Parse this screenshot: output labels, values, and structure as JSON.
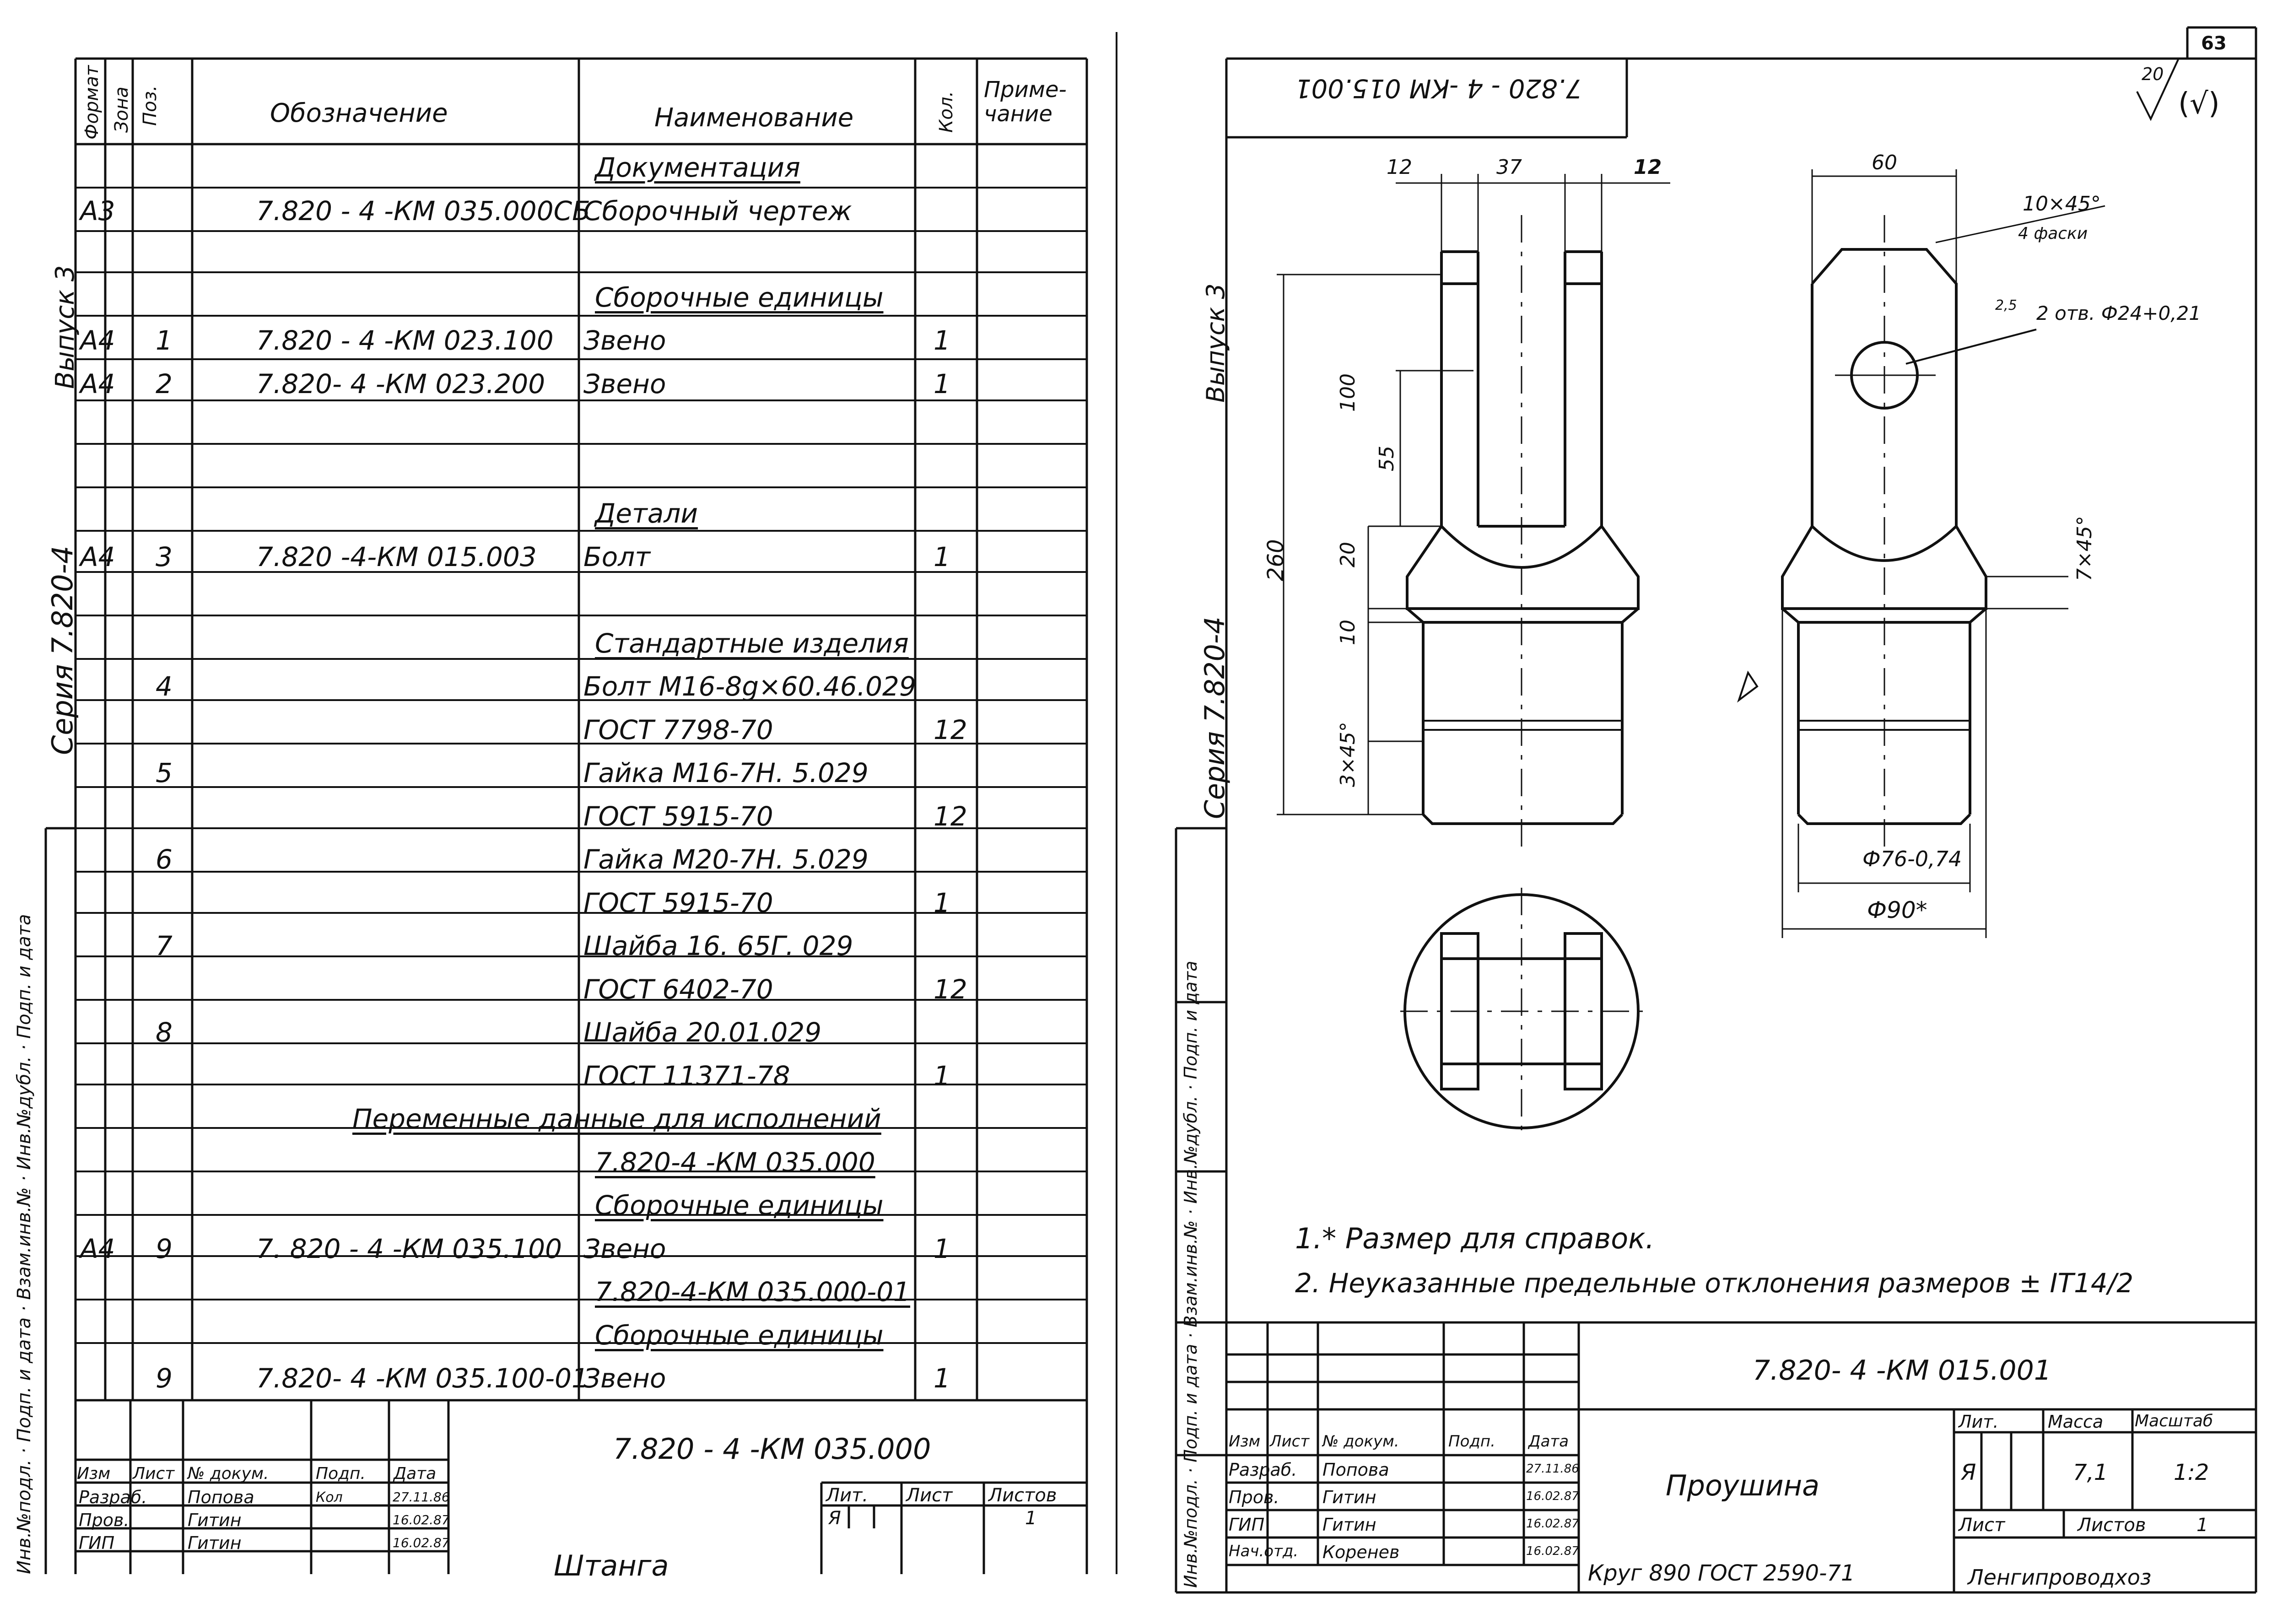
{
  "left_sheet": {
    "header": {
      "format": "Формат",
      "zone": "Зона",
      "pos": "Поз.",
      "designation": "Обозначение",
      "name": "Наименование",
      "qty": "Кол.",
      "note": "Приме-чание"
    },
    "rows": [
      {
        "format": "",
        "pos": "",
        "designation": "",
        "name": "Документация",
        "qty": "",
        "section": true
      },
      {
        "format": "А3",
        "pos": "",
        "designation": "7.820 - 4 -КМ 035.000СБ",
        "name": "Сборочный чертеж",
        "qty": ""
      },
      {
        "format": "",
        "pos": "",
        "designation": "",
        "name": "",
        "qty": ""
      },
      {
        "format": "",
        "pos": "",
        "designation": "",
        "name": "Сборочные единицы",
        "qty": "",
        "section": true
      },
      {
        "format": "А4",
        "pos": "1",
        "designation": "7.820 - 4 -КМ 023.100",
        "name": "Звено",
        "qty": "1"
      },
      {
        "format": "А4",
        "pos": "2",
        "designation": "7.820- 4 -КМ 023.200",
        "name": "Звено",
        "qty": "1"
      },
      {
        "format": "",
        "pos": "",
        "designation": "",
        "name": "",
        "qty": ""
      },
      {
        "format": "",
        "pos": "",
        "designation": "",
        "name": "",
        "qty": ""
      },
      {
        "format": "",
        "pos": "",
        "designation": "",
        "name": "Детали",
        "qty": "",
        "section": true
      },
      {
        "format": "А4",
        "pos": "3",
        "designation": "7.820 -4-КМ 015.003",
        "name": "Болт",
        "qty": "1"
      },
      {
        "format": "",
        "pos": "",
        "designation": "",
        "name": "",
        "qty": ""
      },
      {
        "format": "",
        "pos": "",
        "designation": "",
        "name": "Стандартные изделия",
        "qty": "",
        "section": true
      },
      {
        "format": "",
        "pos": "4",
        "designation": "",
        "name": "Болт М16-8g×60.46.029",
        "qty": ""
      },
      {
        "format": "",
        "pos": "",
        "designation": "",
        "name": "ГОСТ 7798-70",
        "qty": "12"
      },
      {
        "format": "",
        "pos": "5",
        "designation": "",
        "name": "Гайка М16-7Н. 5.029",
        "qty": ""
      },
      {
        "format": "",
        "pos": "",
        "designation": "",
        "name": "ГОСТ 5915-70",
        "qty": "12"
      },
      {
        "format": "",
        "pos": "6",
        "designation": "",
        "name": "Гайка М20-7Н. 5.029",
        "qty": ""
      },
      {
        "format": "",
        "pos": "",
        "designation": "",
        "name": "ГОСТ 5915-70",
        "qty": "1"
      },
      {
        "format": "",
        "pos": "7",
        "designation": "",
        "name": "Шайба 16. 65Г. 029",
        "qty": ""
      },
      {
        "format": "",
        "pos": "",
        "designation": "",
        "name": "ГОСТ 6402-70",
        "qty": "12"
      },
      {
        "format": "",
        "pos": "8",
        "designation": "",
        "name": "Шайба 20.01.029",
        "qty": ""
      },
      {
        "format": "",
        "pos": "",
        "designation": "",
        "name": "ГОСТ 11371-78",
        "qty": "1"
      },
      {
        "format": "",
        "pos": "",
        "designation": "",
        "name": "Переменные данные для исполнений",
        "qty": "",
        "wide": true
      },
      {
        "format": "",
        "pos": "",
        "designation": "",
        "name": "7.820-4 -КМ 035.000",
        "qty": "",
        "section": true
      },
      {
        "format": "",
        "pos": "",
        "designation": "",
        "name": "Сборочные единицы",
        "qty": "",
        "section": true
      },
      {
        "format": "А4",
        "pos": "9",
        "designation": "7. 820 - 4 -КМ 035.100",
        "name": "Звено",
        "qty": "1"
      },
      {
        "format": "",
        "pos": "",
        "designation": "",
        "name": "7.820-4-КМ 035.000-01",
        "qty": "",
        "section": true
      },
      {
        "format": "",
        "pos": "",
        "designation": "",
        "name": "Сборочные единицы",
        "qty": "",
        "section": true
      },
      {
        "format": "",
        "pos": "9",
        "designation": "7.820- 4 -КМ 035.100-01",
        "name": "Звено",
        "qty": "1"
      }
    ],
    "side": {
      "series": "Серия 7.820-4",
      "issue": "Выпуск 3",
      "stamp_cols": [
        "Инв.№подл.",
        "Подп. и дата",
        "Взам.инв.№",
        "Инв.№дубл.",
        "Подп. и дата"
      ]
    },
    "title_block": {
      "code": "7.820 - 4 -КМ 035.000",
      "title": "Штанга",
      "cols": [
        "Изм",
        "Лист",
        "№ докум.",
        "Подп.",
        "Дата"
      ],
      "people": [
        {
          "role": "Разраб.",
          "name": "Попова",
          "sign": "Кол",
          "date": "27.11.86"
        },
        {
          "role": "Пров.",
          "name": "Гитин",
          "sign": "",
          "date": "16.02.87"
        },
        {
          "role": "ГИП",
          "name": "Гитин",
          "sign": "",
          "date": "16.02.87"
        }
      ],
      "lit_label": "Лит.",
      "sheet_label": "Лист",
      "sheets_label": "Листов",
      "lit": "Я",
      "sheets": "1"
    }
  },
  "right_sheet": {
    "page_number": "63",
    "rotated_code": "7.820 - 4 -КМ 015.001",
    "roughness": "20",
    "side": {
      "series": "Серия 7.820-4",
      "issue": "Выпуск 3",
      "stamp_cols": [
        "Инв.№подл.",
        "Подп. и дата",
        "Взам.инв.№",
        "Инв.№дубл.",
        "Подп. и дата"
      ]
    },
    "dims": {
      "d12a": "12",
      "d37": "37",
      "d12b": "12",
      "d260": "260",
      "d100": "100",
      "d55": "55",
      "d20": "20",
      "d10": "10",
      "d3x45": "3×45°",
      "d60": "60",
      "d10x45": "10×45°",
      "chamfers": "4 фаски",
      "hole": "2 отв. Ф24+0,21",
      "d25": "2,5",
      "d7x45": "7×45°",
      "d76": "Ф76-0,74",
      "d90": "Ф90*"
    },
    "notes": [
      "1.* Размер для справок.",
      "2. Неуказанные предельные отклонения размеров ± IT14/2"
    ],
    "title_block": {
      "code": "7.820- 4 -КМ 015.001",
      "title": "Проушина",
      "material": "Круг 890 ГОСТ 2590-71",
      "org": "Ленгипроводхоз",
      "cols": [
        "Изм",
        "Лист",
        "№ докум.",
        "Подп.",
        "Дата"
      ],
      "people": [
        {
          "role": "Разраб.",
          "name": "Попова",
          "date": "27.11.86"
        },
        {
          "role": "Пров.",
          "name": "Гитин",
          "date": "16.02.87"
        },
        {
          "role": "ГИП",
          "name": "Гитин",
          "date": "16.02.87"
        },
        {
          "role": "Нач.отд.",
          "name": "Коренев",
          "date": "16.02.87"
        }
      ],
      "lit_label": "Лит.",
      "mass_label": "Масса",
      "scale_label": "Масштаб",
      "lit": "Я",
      "mass": "7,1",
      "scale": "1:2",
      "sheet_label": "Лист",
      "sheets_label": "Листов",
      "sheets": "1"
    }
  }
}
